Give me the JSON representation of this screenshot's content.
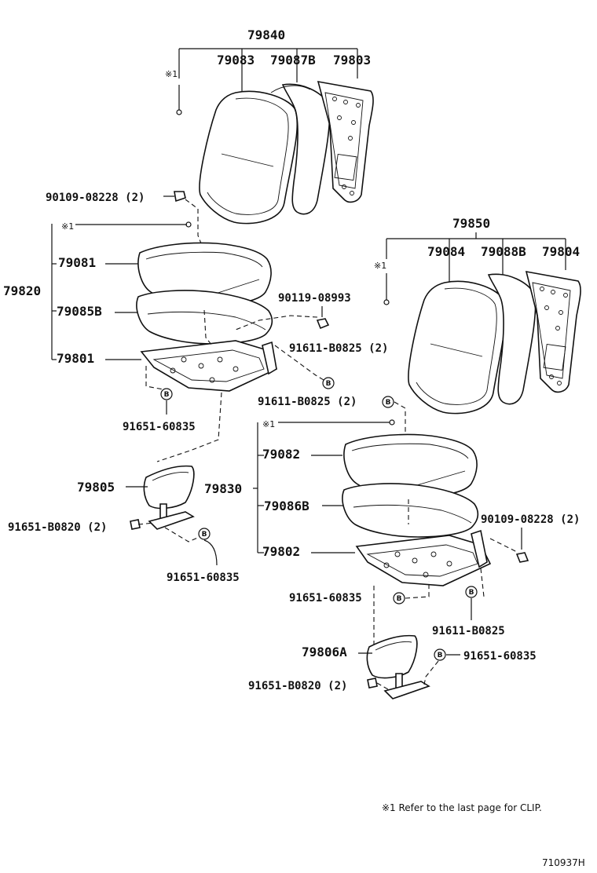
{
  "labels": {
    "p79840": "79840",
    "p79083": "79083",
    "p79087B": "79087B",
    "p79803": "79803",
    "mark1_a": "※1",
    "p90109_top": "90109-08228 (2)",
    "mark1_b": "※1",
    "p79081": "79081",
    "p79820": "79820",
    "p79085B": "79085B",
    "p79801": "79801",
    "p91651_a": "91651-60835",
    "p79805": "79805",
    "p91651B_a": "91651-B0820 (2)",
    "p91651_b": "91651-60835",
    "p79850": "79850",
    "p79084": "79084",
    "p79088B": "79088B",
    "p79804": "79804",
    "mark1_c": "※1",
    "p90119": "90119-08993",
    "p91611_a": "91611-B0825 (2)",
    "p91611_b": "91611-B0825 (2)",
    "mark1_d": "※1",
    "p79082": "79082",
    "p79830": "79830",
    "p79086B": "79086B",
    "p90109_right": "90109-08228 (2)",
    "p79802": "79802",
    "p91651_c": "91651-60835",
    "p91611_c": "91611-B0825",
    "p79806A": "79806A",
    "p91651_d": "91651-60835",
    "p91651B_b": "91651-B0820 (2)",
    "footnote": "※1  Refer to the last page for CLIP.",
    "figure_id": "710937H",
    "b_marker": "B"
  }
}
